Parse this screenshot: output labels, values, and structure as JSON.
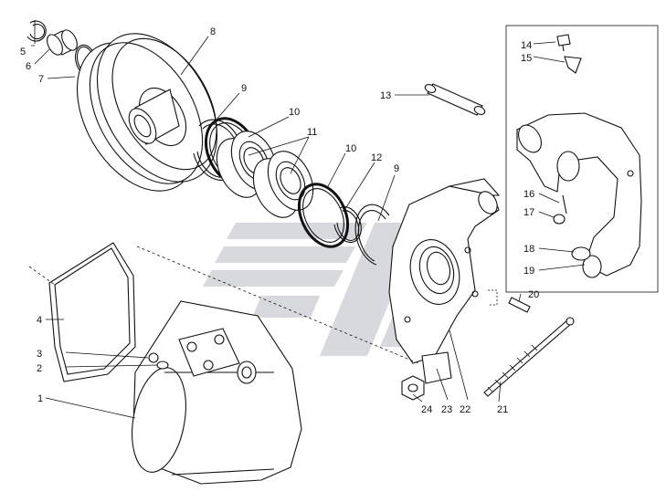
{
  "diagram": {
    "callouts": [
      {
        "id": "c1",
        "text": "1"
      },
      {
        "id": "c2",
        "text": "2"
      },
      {
        "id": "c3",
        "text": "3"
      },
      {
        "id": "c4",
        "text": "4"
      },
      {
        "id": "c5",
        "text": "5"
      },
      {
        "id": "c6",
        "text": "6"
      },
      {
        "id": "c7",
        "text": "7"
      },
      {
        "id": "c8",
        "text": "8"
      },
      {
        "id": "c9a",
        "text": "9"
      },
      {
        "id": "c9b",
        "text": "9"
      },
      {
        "id": "c10a",
        "text": "10"
      },
      {
        "id": "c10b",
        "text": "10"
      },
      {
        "id": "c11",
        "text": "11"
      },
      {
        "id": "c12",
        "text": "12"
      },
      {
        "id": "c13",
        "text": "13"
      },
      {
        "id": "c14",
        "text": "14"
      },
      {
        "id": "c15",
        "text": "15"
      },
      {
        "id": "c16",
        "text": "16"
      },
      {
        "id": "c17",
        "text": "17"
      },
      {
        "id": "c18",
        "text": "18"
      },
      {
        "id": "c19",
        "text": "19"
      },
      {
        "id": "c20",
        "text": "20"
      },
      {
        "id": "c21",
        "text": "21"
      },
      {
        "id": "c22",
        "text": "22"
      },
      {
        "id": "c23",
        "text": "23"
      },
      {
        "id": "c24",
        "text": "24"
      }
    ]
  }
}
